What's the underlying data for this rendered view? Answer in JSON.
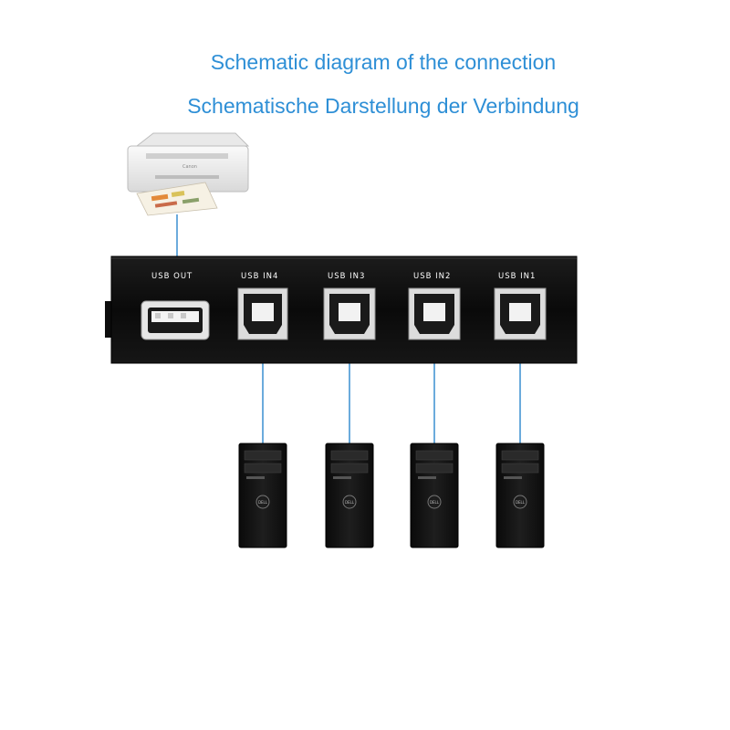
{
  "titles": {
    "en": "Schematic diagram of the connection",
    "de": "Schematische Darstellung der Verbindung"
  },
  "switch_box": {
    "ports": [
      {
        "label": "USB OUT",
        "type": "usb-a"
      },
      {
        "label": "USB IN4",
        "type": "usb-b"
      },
      {
        "label": "USB IN3",
        "type": "usb-b"
      },
      {
        "label": "USB IN2",
        "type": "usb-b"
      },
      {
        "label": "USB IN1",
        "type": "usb-b"
      }
    ]
  },
  "printer": {
    "icon": "printer-icon",
    "brand": "Canon"
  },
  "computers": [
    {
      "icon": "desktop-tower-icon",
      "brand": "DELL"
    },
    {
      "icon": "desktop-tower-icon",
      "brand": "DELL"
    },
    {
      "icon": "desktop-tower-icon",
      "brand": "DELL"
    },
    {
      "icon": "desktop-tower-icon",
      "brand": "DELL"
    }
  ],
  "colors": {
    "title": "#2e8fd6",
    "cable": "#3a8fd0",
    "box": "#101010"
  }
}
